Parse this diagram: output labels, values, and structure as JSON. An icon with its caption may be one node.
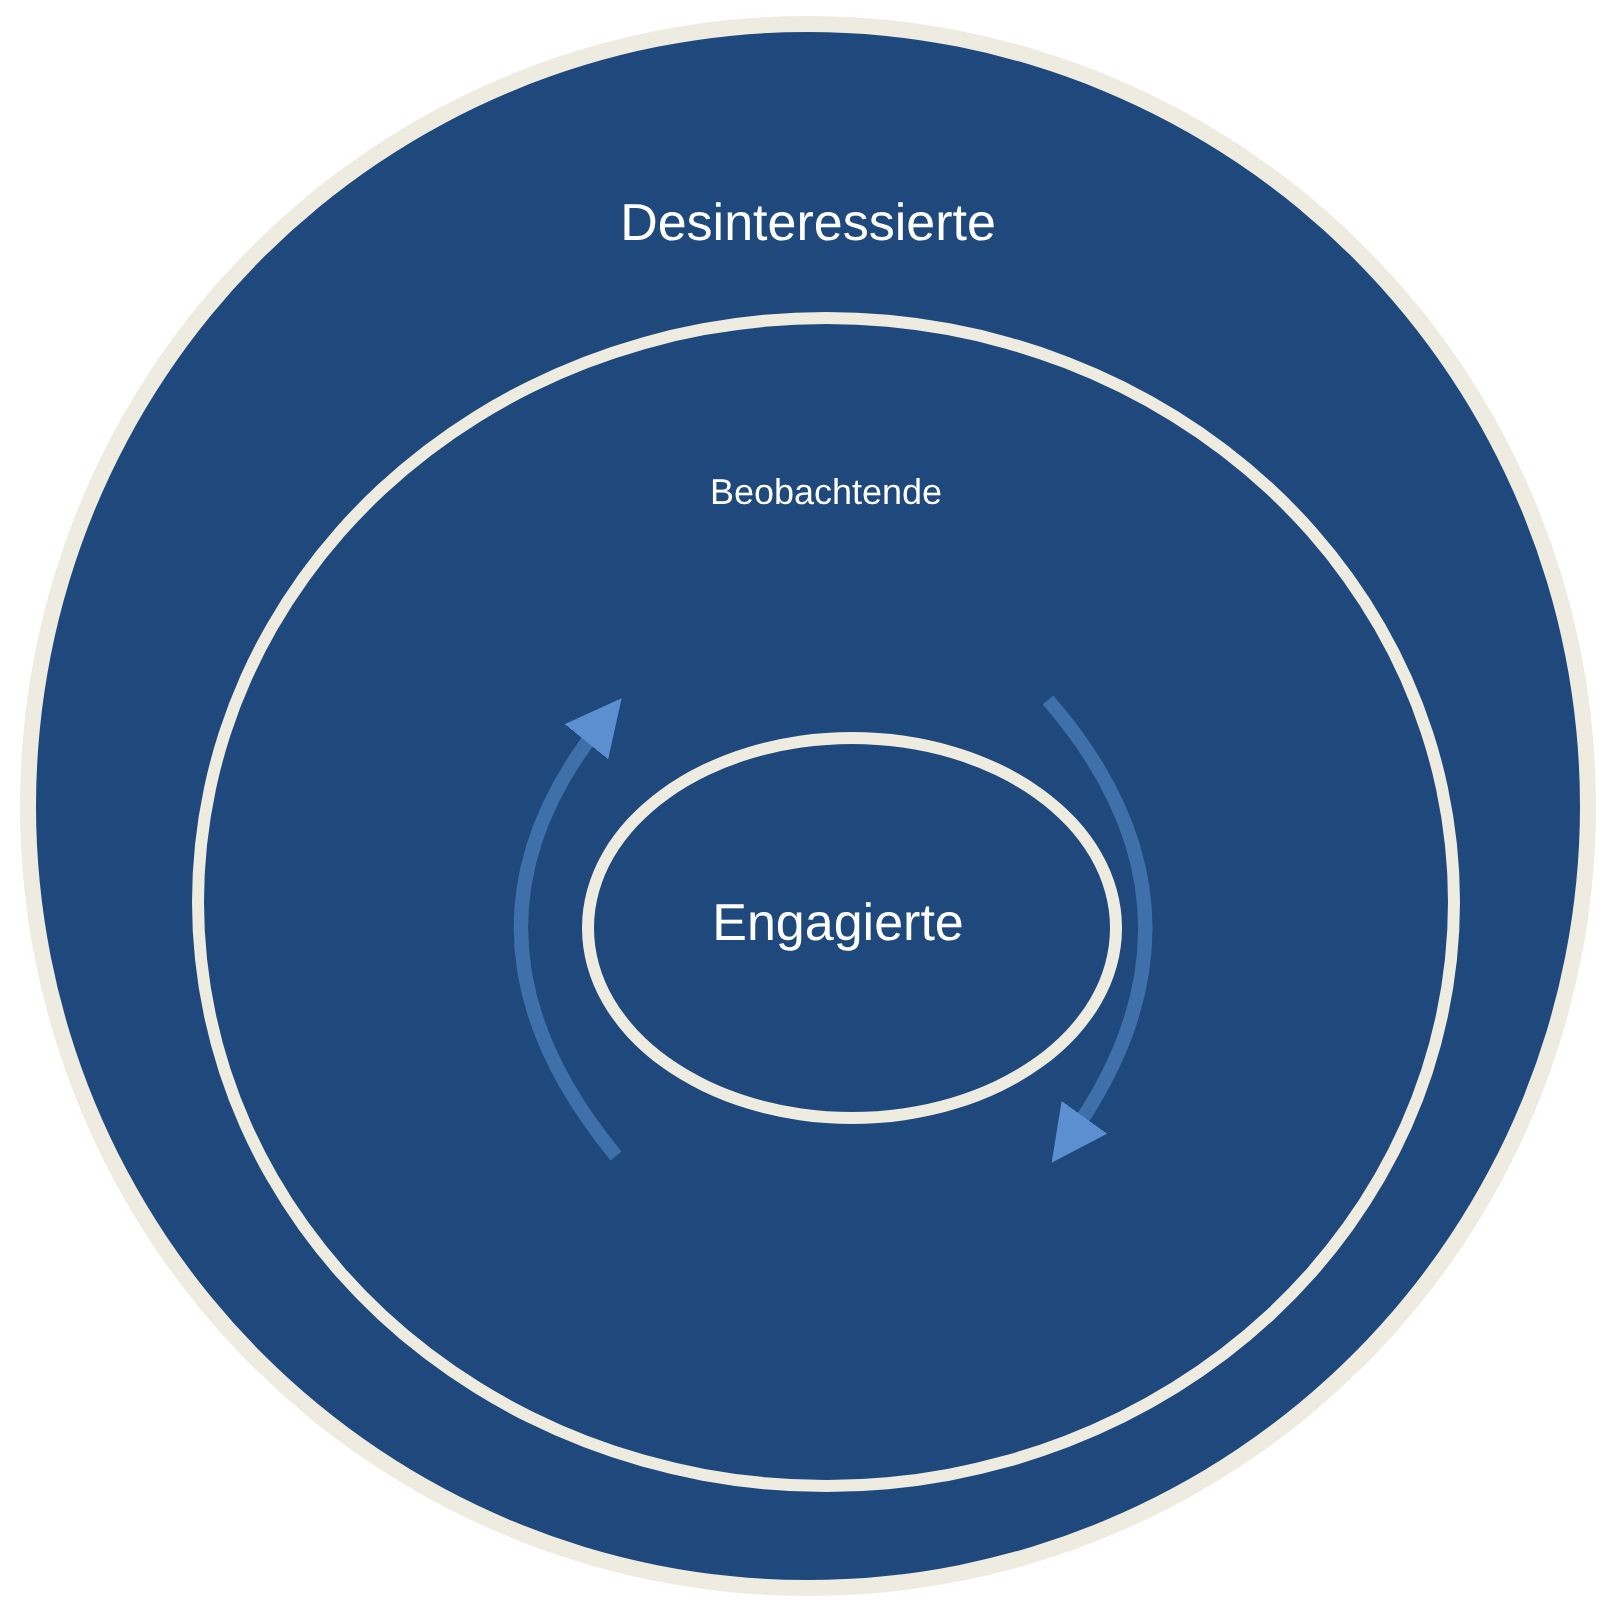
{
  "diagram": {
    "nodes": [
      {
        "text": [
          "Desinteressierte"
        ]
      },
      {
        "text": [
          "Beobachtende"
        ],
        "in": 0
      },
      {
        "text": [
          "Engagierte"
        ],
        "in": 1
      }
    ]
  }
}
